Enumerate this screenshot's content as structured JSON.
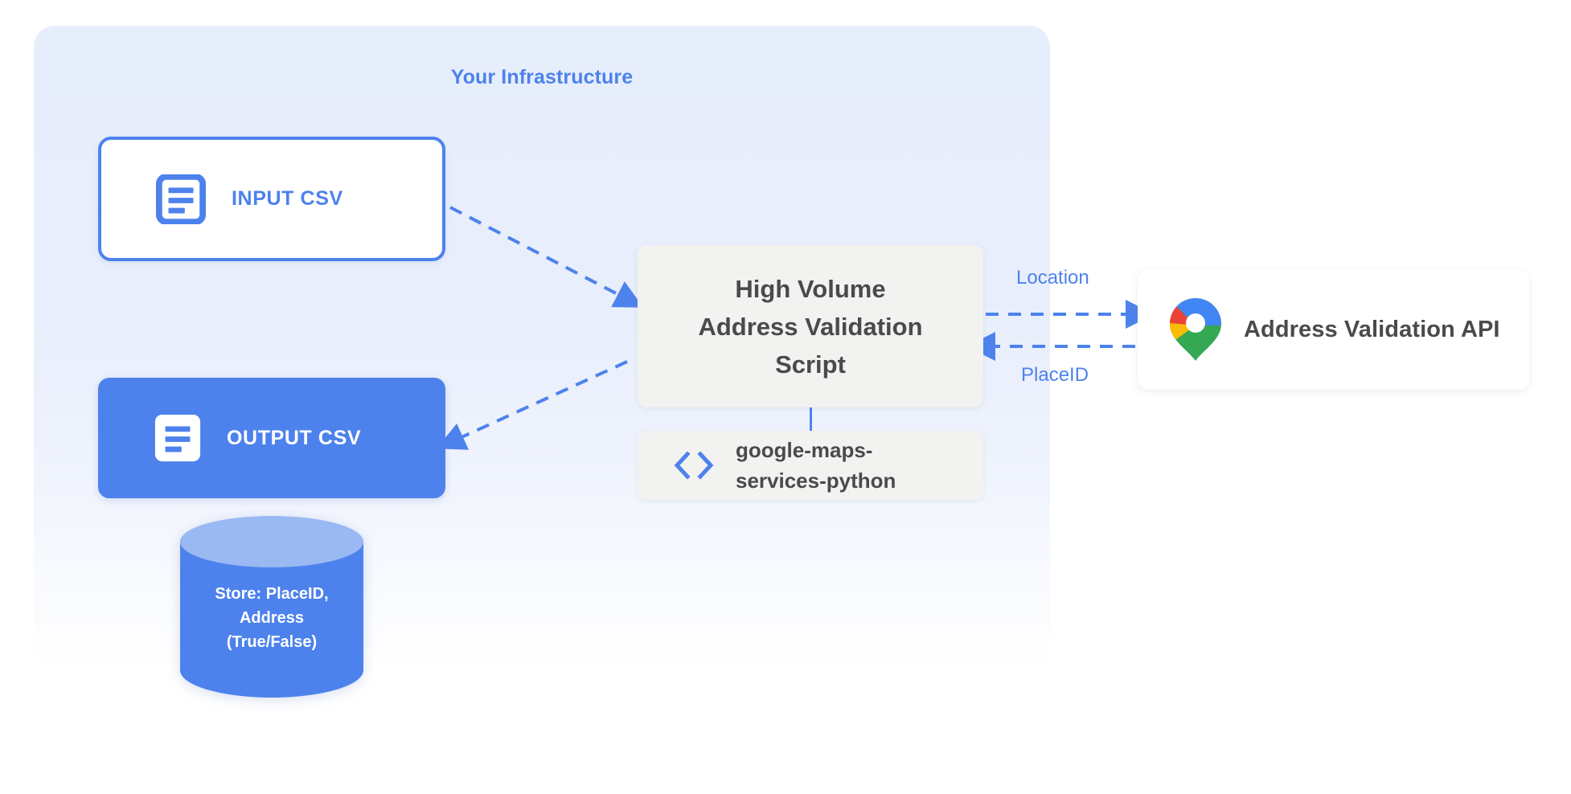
{
  "panel": {
    "title": "Your Infrastructure",
    "accent_color": "#4d82ed",
    "background_top": "#e7eefb",
    "background_bottom": "#ffffff"
  },
  "nodes": {
    "input_csv": {
      "label": "INPUT CSV",
      "icon": "document-icon",
      "fill": "#ffffff",
      "border": "#4d82ed",
      "text_color": "#4d82ed"
    },
    "output_csv": {
      "label": "OUTPUT CSV",
      "icon": "document-icon",
      "fill": "#4d82ed",
      "text_color": "#ffffff"
    },
    "database": {
      "lines": [
        "Store: PlaceID,",
        "Address",
        "(True/False)"
      ],
      "body_color": "#4d82ed",
      "top_color": "#9ab9f2",
      "text_color": "#ffffff"
    },
    "script": {
      "lines": [
        "High Volume",
        "Address Validation",
        "Script"
      ],
      "fill": "#f2f2f0",
      "text_color": "#4a4a4a"
    },
    "library": {
      "lines": [
        "google-maps-",
        "services-python"
      ],
      "icon": "code-brackets-icon",
      "fill": "#f2f2f0",
      "text_color": "#4a4a4a",
      "icon_color": "#4d82ed"
    },
    "api": {
      "label": "Address Validation API",
      "icon": "google-maps-pin-icon",
      "fill": "#ffffff",
      "text_color": "#4a4a4a"
    }
  },
  "edges": {
    "input_to_script": {
      "label": "",
      "style": "dashed",
      "direction": "right-down"
    },
    "script_to_output": {
      "label": "",
      "style": "dashed",
      "direction": "left-down"
    },
    "script_to_api": {
      "label": "Location",
      "style": "dashed",
      "direction": "right"
    },
    "api_to_script": {
      "label": "PlaceID",
      "style": "dashed",
      "direction": "left"
    },
    "script_to_library": {
      "label": "",
      "style": "solid",
      "direction": "down"
    }
  },
  "pin_colors": {
    "blue": "#4285f4",
    "red": "#ea4335",
    "yellow": "#fbbc04",
    "green": "#34a853",
    "center": "#ffffff"
  }
}
